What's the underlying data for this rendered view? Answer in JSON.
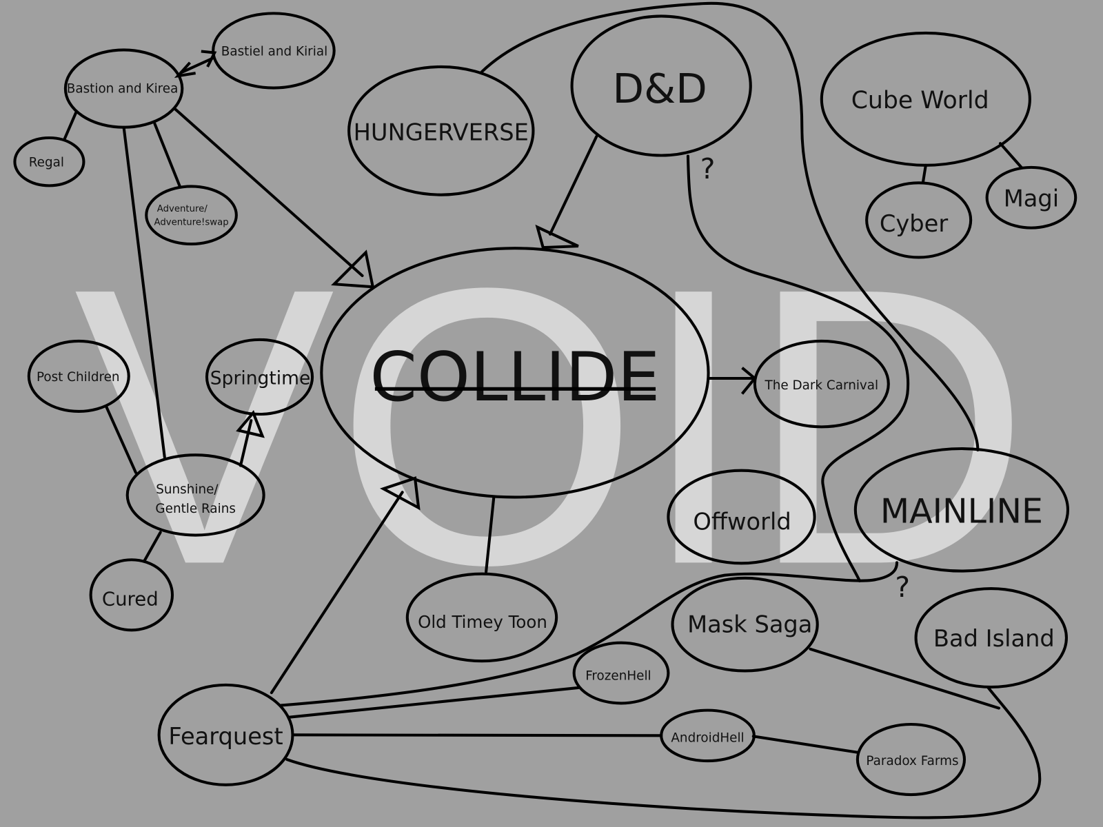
{
  "background_text": "VOID",
  "colors": {
    "background": "#a0a0a0",
    "watermark": "#d6d6d6",
    "ink": "#000000"
  },
  "nodes": {
    "bastion": "Bastion and Kirea",
    "bastiel": "Bastiel and Kirial",
    "regal": "Regal",
    "adventure1": "Adventure/",
    "adventure2": "Adventure!swap",
    "hungerverse": "HUNGERVERSE",
    "dnd": "D&D",
    "cubeworld": "Cube World",
    "cyber": "Cyber",
    "magi": "Magi",
    "collide": "COLLIDE",
    "darkcarnival": "The Dark Carnival",
    "postchildren": "Post Children",
    "springtime": "Springtime",
    "sunshine1": "Sunshine/",
    "sunshine2": "Gentle Rains",
    "cured": "Cured",
    "offworld": "Offworld",
    "mainline": "MAINLINE",
    "oldtimey": "Old Timey Toon",
    "masksaga": "Mask Saga",
    "badisland": "Bad Island",
    "frozenhell": "FrozenHell",
    "fearquest": "Fearquest",
    "androidhell": "AndroidHell",
    "paradox": "Paradox Farms"
  },
  "annotations": {
    "q1": "?",
    "q2": "?"
  }
}
